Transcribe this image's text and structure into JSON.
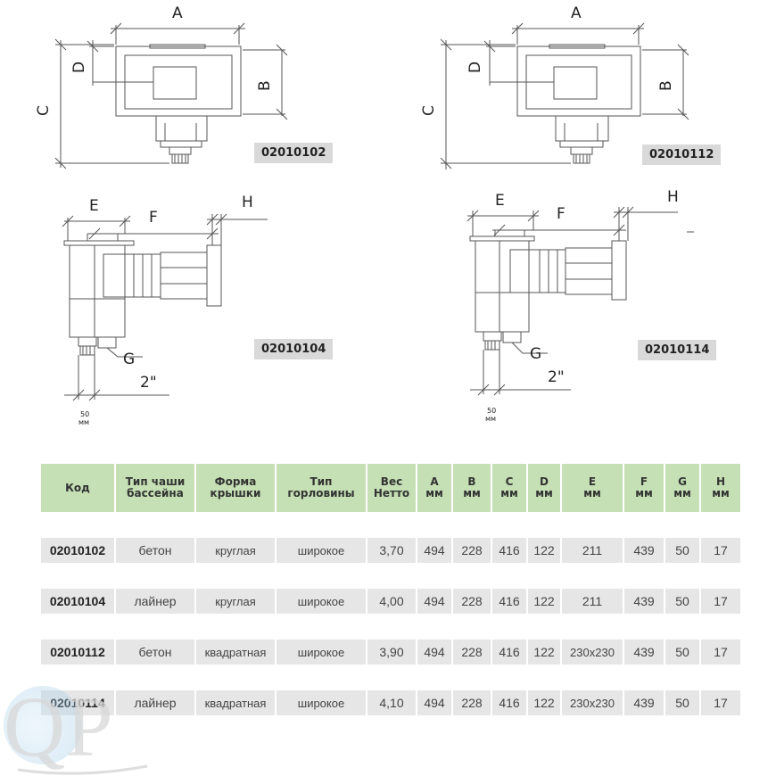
{
  "drawing": {
    "dim_labels": {
      "A": "A",
      "B": "B",
      "C": "C",
      "D": "D",
      "E": "E",
      "F": "F",
      "G": "G",
      "H": "H"
    },
    "pipe_label": "2\"",
    "spacing_value": "50",
    "spacing_unit": "мм",
    "codes": [
      "02010102",
      "02010112",
      "02010104",
      "02010114"
    ]
  },
  "table": {
    "headers": [
      "Код",
      "Тип чаши\nбассейна",
      "Форма\nкрышки",
      "Тип\nгорловины",
      "Вес\nНетто",
      "А\nмм",
      "В\nмм",
      "С\nмм",
      "D\nмм",
      "Е\nмм",
      "F\nмм",
      "G\nмм",
      "H\nмм"
    ],
    "rows": [
      [
        "02010102",
        "бетон",
        "круглая",
        "широкое",
        "3,70",
        "494",
        "228",
        "416",
        "122",
        "211",
        "439",
        "50",
        "17"
      ],
      [
        "02010104",
        "лайнер",
        "круглая",
        "широкое",
        "4,00",
        "494",
        "228",
        "416",
        "122",
        "211",
        "439",
        "50",
        "17"
      ],
      [
        "02010112",
        "бетон",
        "квадратная",
        "широкое",
        "3,90",
        "494",
        "228",
        "416",
        "122",
        "230x230",
        "439",
        "50",
        "17"
      ],
      [
        "02010114",
        "лайнер",
        "квадратная",
        "широкое",
        "4,10",
        "494",
        "228",
        "416",
        "122",
        "230x230",
        "439",
        "50",
        "17"
      ]
    ]
  },
  "watermark": {
    "letters": "QP"
  }
}
